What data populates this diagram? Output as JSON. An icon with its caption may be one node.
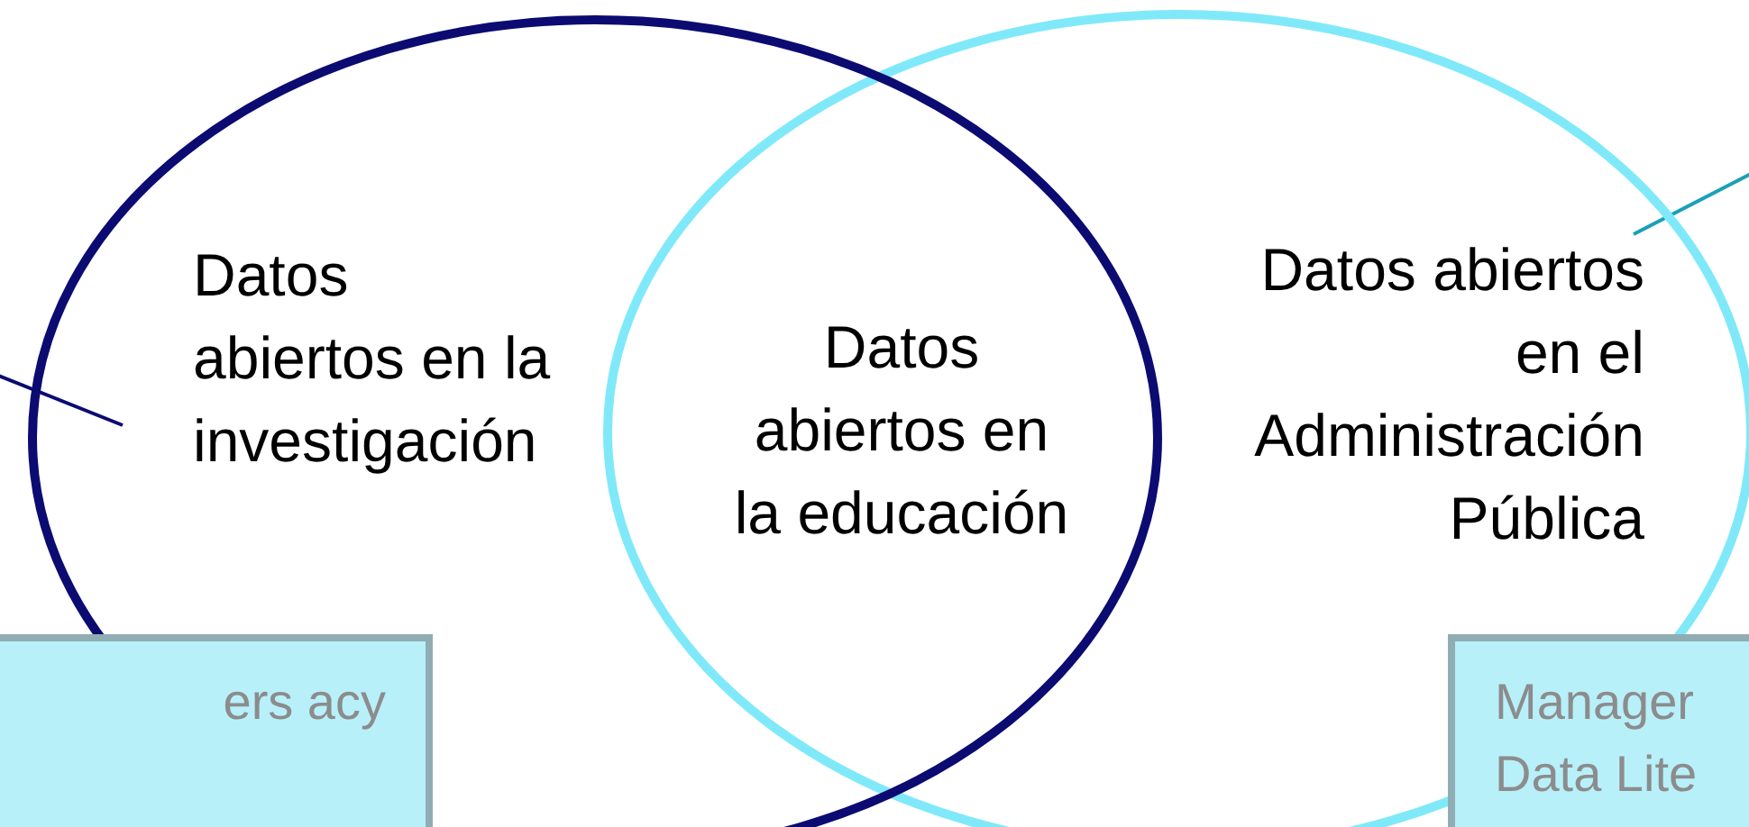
{
  "diagram": {
    "nodes": [
      {
        "text": [
          "Datos abiertos en la investigación"
        ]
      },
      {
        "text": [
          "Datos abiertos en el Administración Pública"
        ]
      },
      {
        "text": [
          "ers acy"
        ]
      },
      {
        "text": [
          "Manager Data Lite"
        ]
      }
    ],
    "edges": [
      {
        "from": null,
        "to": 0,
        "arrow": "none"
      },
      {
        "from": 1,
        "to": null,
        "arrow": "none",
        "color": "#1aa0b8"
      }
    ],
    "labels": [
      "Datos abiertos en la educación"
    ]
  }
}
